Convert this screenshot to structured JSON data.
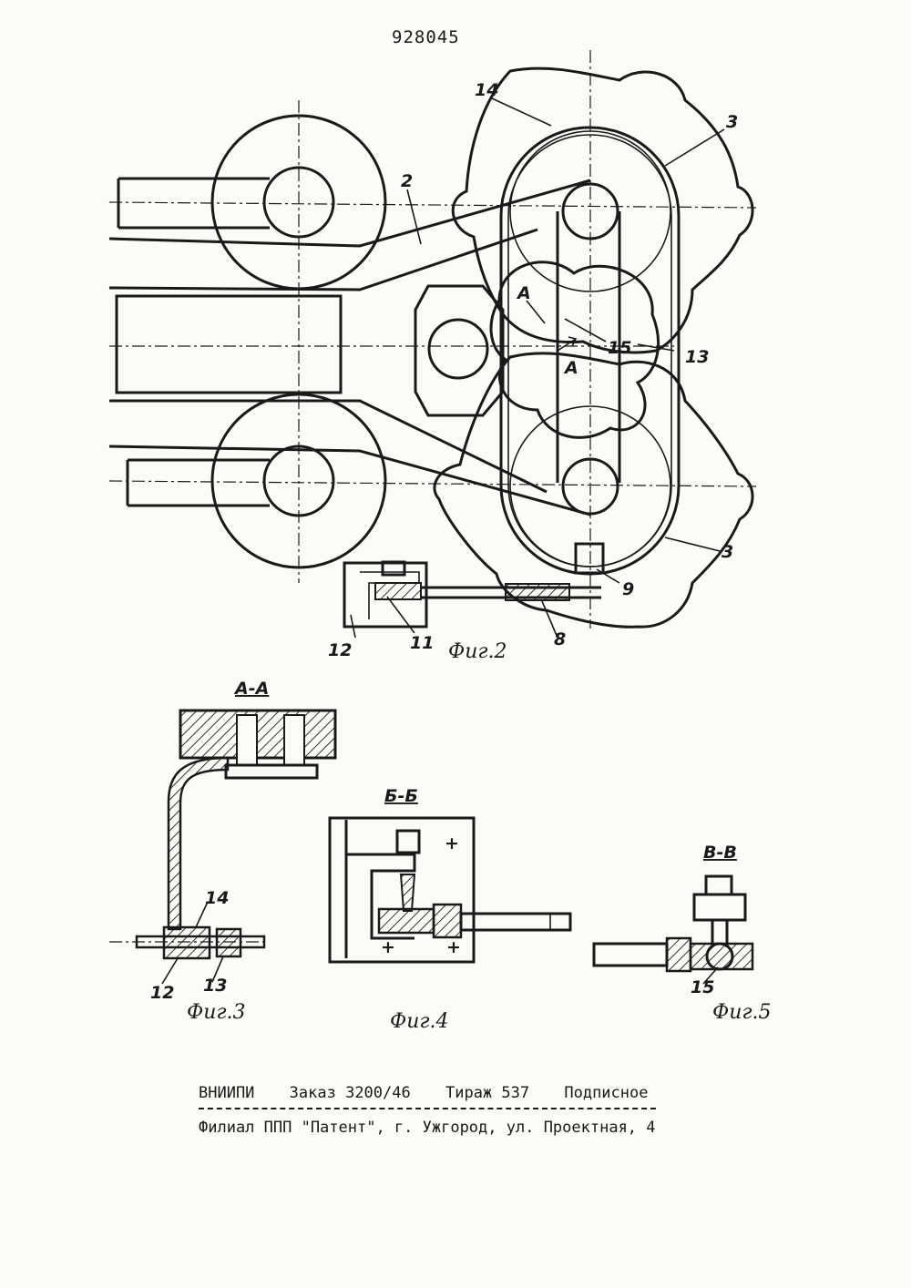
{
  "header": {
    "patent_number": "928045"
  },
  "fig2": {
    "caption": "Фиг.2",
    "labels": {
      "l14": "14",
      "l3_top": "3",
      "l2": "2",
      "lA1": "A",
      "lA2": "A",
      "l15": "15",
      "l13": "13",
      "l3_bottom": "3",
      "l9": "9",
      "l12": "12",
      "l11": "11",
      "l8": "8"
    }
  },
  "fig3": {
    "section": "А-А",
    "caption": "Фиг.3",
    "labels": {
      "l14": "14",
      "l12": "12",
      "l13": "13"
    }
  },
  "fig4": {
    "section": "Б-Б",
    "caption": "Фиг.4"
  },
  "fig5": {
    "section": "В-В",
    "caption": "Фиг.5",
    "labels": {
      "l15": "15"
    }
  },
  "footer": {
    "line1": {
      "org": "ВНИИПИ",
      "order": "Заказ 3200/46",
      "print_run": "Тираж 537",
      "status": "Подписное"
    },
    "line2": "Филиал ППП \"Патент\", г. Ужгород, ул. Проектная, 4"
  }
}
